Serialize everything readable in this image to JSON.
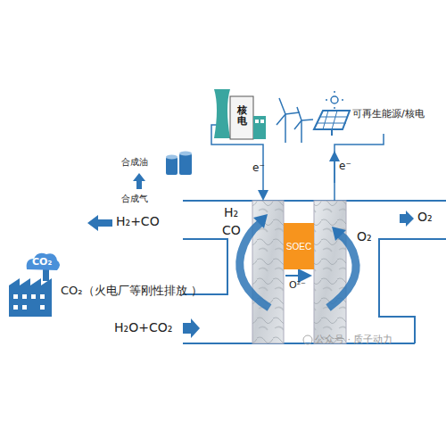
{
  "diagram": {
    "nodes": [
      {
        "text": [
          "核电"
        ]
      },
      {
        "text": [
          "SOEC"
        ]
      }
    ],
    "labels": [
      "可再生能源/核电",
      "合成油",
      "合成气",
      "H₂+CO",
      "CO₂",
      "CO₂（火电厂等刚性排放 ）",
      "H₂O+CO₂",
      "e⁻",
      "e⁻",
      "H₂",
      "CO",
      "O²⁻",
      "O₂",
      "O₂",
      "公众号 · 质子动力"
    ]
  }
}
